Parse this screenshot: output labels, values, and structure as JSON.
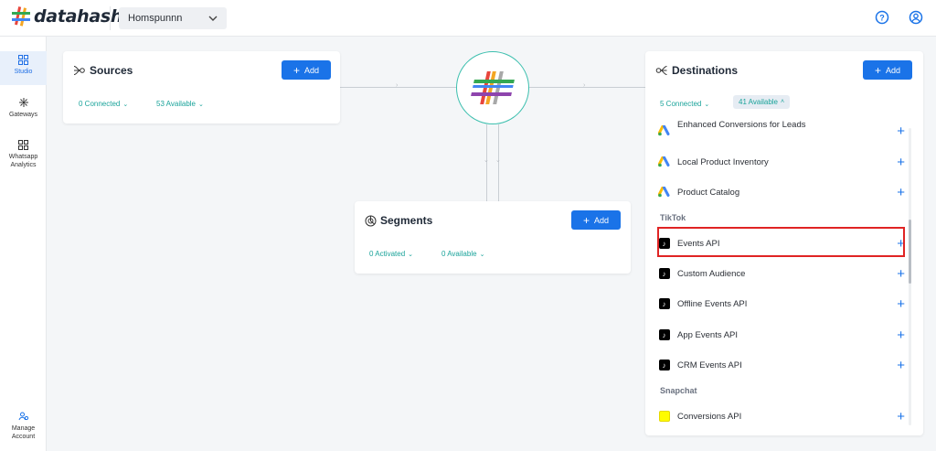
{
  "app": {
    "logo_text": "datahash",
    "workspace": "Homspunnn"
  },
  "header_icons": [
    "help-icon",
    "account-icon"
  ],
  "sidebar": {
    "items": [
      {
        "label": "Studio",
        "icon": "grid-icon",
        "active": true
      },
      {
        "label": "Gateways",
        "icon": "gateway-icon",
        "active": false
      },
      {
        "label": "Whatsapp Analytics",
        "icon": "grid-icon",
        "active": false
      }
    ],
    "bottom": {
      "label": "Manage Account",
      "icon": "manage-account-icon"
    }
  },
  "sources": {
    "title": "Sources",
    "add_label": "Add",
    "connected": "0 Connected",
    "available": "53 Available"
  },
  "segments": {
    "title": "Segments",
    "add_label": "Add",
    "activated": "0 Activated",
    "available": "0 Available"
  },
  "destinations": {
    "title": "Destinations",
    "add_label": "Add",
    "connected": "5 Connected",
    "available": "41 Available",
    "items": [
      {
        "label": "Enhanced Conversions for Leads",
        "icon": "google-ads-icon"
      },
      {
        "label": "Local Product Inventory",
        "icon": "google-ads-icon"
      },
      {
        "label": "Product Catalog",
        "icon": "google-ads-icon"
      }
    ],
    "groups": [
      {
        "name": "TikTok",
        "items": [
          {
            "label": "Events API",
            "icon": "tiktok-icon"
          },
          {
            "label": "Custom Audience",
            "icon": "tiktok-icon"
          },
          {
            "label": "Offline Events API",
            "icon": "tiktok-icon"
          },
          {
            "label": "App Events API",
            "icon": "tiktok-icon"
          },
          {
            "label": "CRM Events API",
            "icon": "tiktok-icon"
          }
        ]
      },
      {
        "name": "Snapchat",
        "items": [
          {
            "label": "Conversions API",
            "icon": "snapchat-icon"
          }
        ]
      }
    ]
  },
  "colors": {
    "accent": "#1a73e8",
    "teal": "#1aa39a",
    "highlight": "#e02424"
  }
}
